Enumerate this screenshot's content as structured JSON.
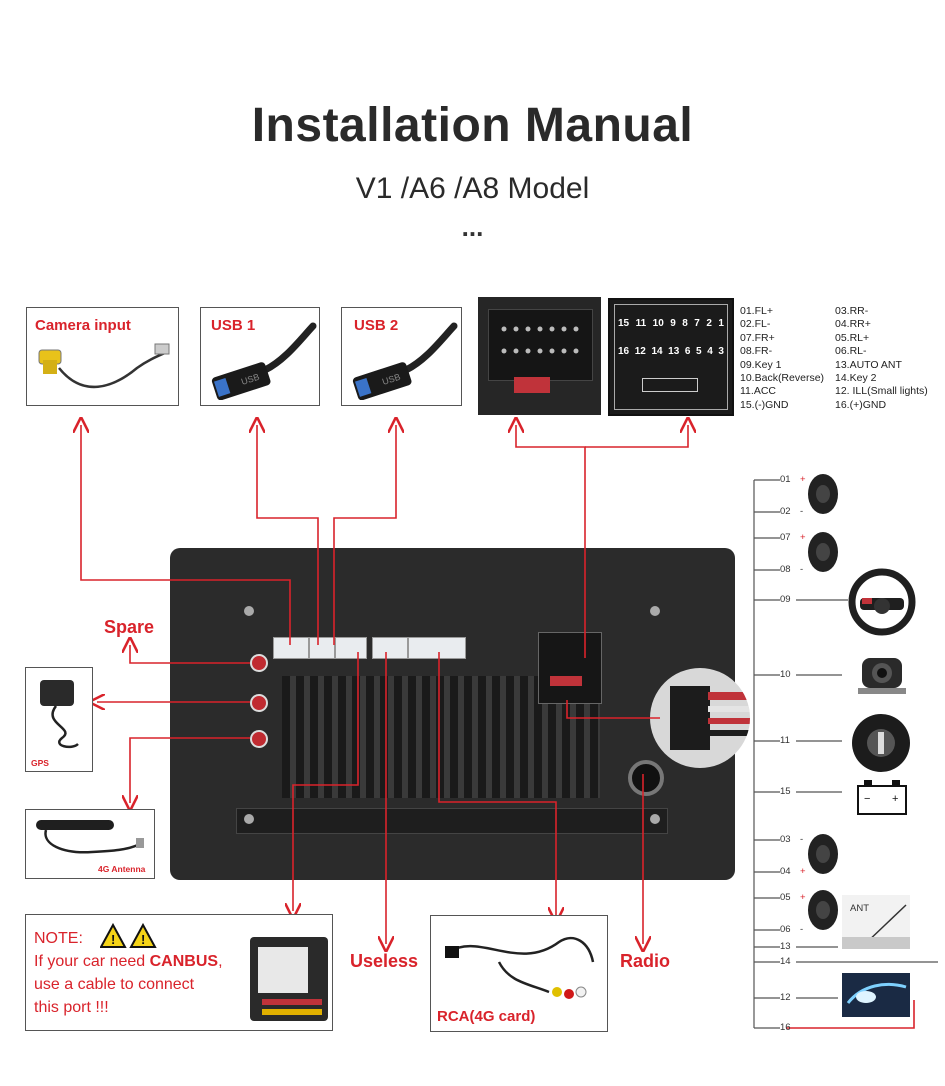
{
  "header": {
    "title": "Installation Manual",
    "subtitle": "V1 /A6 /A8 Model",
    "dots": "..."
  },
  "top_boxes": {
    "camera": "Camera input",
    "usb1": "USB 1",
    "usb2": "USB 2",
    "usb_text": "USB"
  },
  "connector_numbers": {
    "top_row": [
      "15",
      "11",
      "10",
      "9",
      "8",
      "7",
      "2",
      "1"
    ],
    "bottom_row": [
      "16",
      "12",
      "14",
      "13",
      "6",
      "5",
      "4",
      "3"
    ]
  },
  "pin_legend": {
    "left": [
      "01.FL+",
      "02.FL-",
      "07.FR+",
      "08.FR-",
      "09.Key 1",
      "10.Back(Reverse)",
      "11.ACC",
      "15.(-)GND"
    ],
    "right": [
      "03.RR-",
      "04.RR+",
      "05.RL+",
      "06.RL-",
      "13.AUTO ANT",
      "14.Key 2",
      "12. ILL(Small lights)",
      "16.(+)GND"
    ]
  },
  "left_side": {
    "spare": "Spare",
    "gps": "GPS",
    "antenna": "4G Antenna"
  },
  "callouts": {
    "useless": "Useless",
    "radio": "Radio",
    "rca": "RCA(4G card)"
  },
  "note": {
    "line1": "NOTE:",
    "line2_pre": "If your car need ",
    "line2_bold": "CANBUS",
    "line2_post": ",",
    "line3": "use a cable to connect",
    "line4": "this port !!!"
  },
  "right_wires": [
    {
      "num": "01",
      "sign": "+"
    },
    {
      "num": "02",
      "sign": "-"
    },
    {
      "num": "07",
      "sign": "+"
    },
    {
      "num": "08",
      "sign": "-"
    },
    {
      "num": "09",
      "sign": ""
    },
    {
      "num": "10",
      "sign": ""
    },
    {
      "num": "11",
      "sign": ""
    },
    {
      "num": "15",
      "sign": ""
    },
    {
      "num": "03",
      "sign": "-"
    },
    {
      "num": "04",
      "sign": "+"
    },
    {
      "num": "05",
      "sign": "+"
    },
    {
      "num": "06",
      "sign": "-"
    },
    {
      "num": "13",
      "sign": ""
    },
    {
      "num": "14",
      "sign": ""
    },
    {
      "num": "12",
      "sign": ""
    },
    {
      "num": "16",
      "sign": ""
    }
  ],
  "ant_label": "ANT",
  "colors": {
    "accent_red": "#d9232b",
    "panel": "#2b2b2b",
    "line": "#555555"
  }
}
